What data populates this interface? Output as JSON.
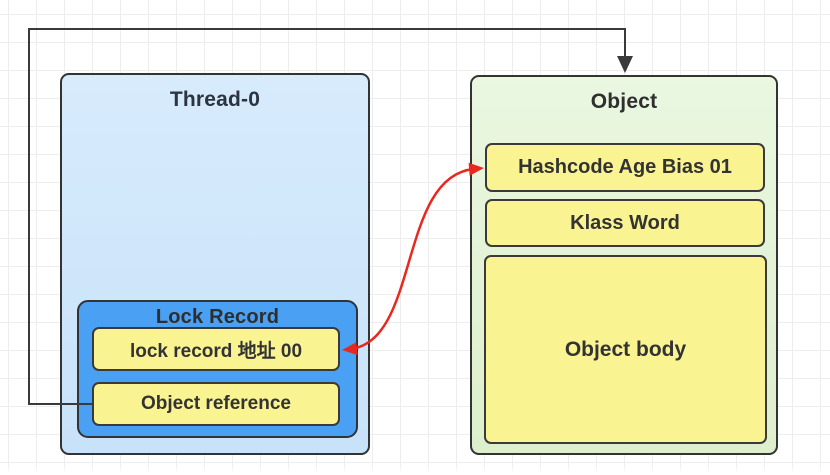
{
  "diagram": {
    "thread_box": {
      "title": "Thread-0"
    },
    "lock_record_box": {
      "title": "Lock Record",
      "rows": [
        {
          "label": "lock record 地址 00"
        },
        {
          "label": "Object reference"
        }
      ]
    },
    "object_box": {
      "title": "Object",
      "rows": [
        {
          "label": "Hashcode Age Bias 01"
        },
        {
          "label": "Klass Word"
        },
        {
          "label": "Object body"
        }
      ]
    },
    "connectors": [
      {
        "id": "object-reference-pointer",
        "style": "elbow",
        "arrowheads": "single-end",
        "from": "Object reference",
        "to": "Object",
        "color": "#3a3a3a"
      },
      {
        "id": "lock-record-markword-swap",
        "style": "s-curve",
        "arrowheads": "both-ends",
        "from": "lock record 地址 00",
        "to": "Hashcode Age Bias 01",
        "color": "#e8281e"
      }
    ],
    "colors": {
      "thread_fill": "#cfe6fb",
      "lock_record_fill": "#4aa0f2",
      "row_fill": "#f9f391",
      "object_fill": "#e4f3d6",
      "border": "#333333",
      "black_connector": "#3a3a3a",
      "red_connector": "#e8281e",
      "grid_line": "#ededed"
    }
  }
}
